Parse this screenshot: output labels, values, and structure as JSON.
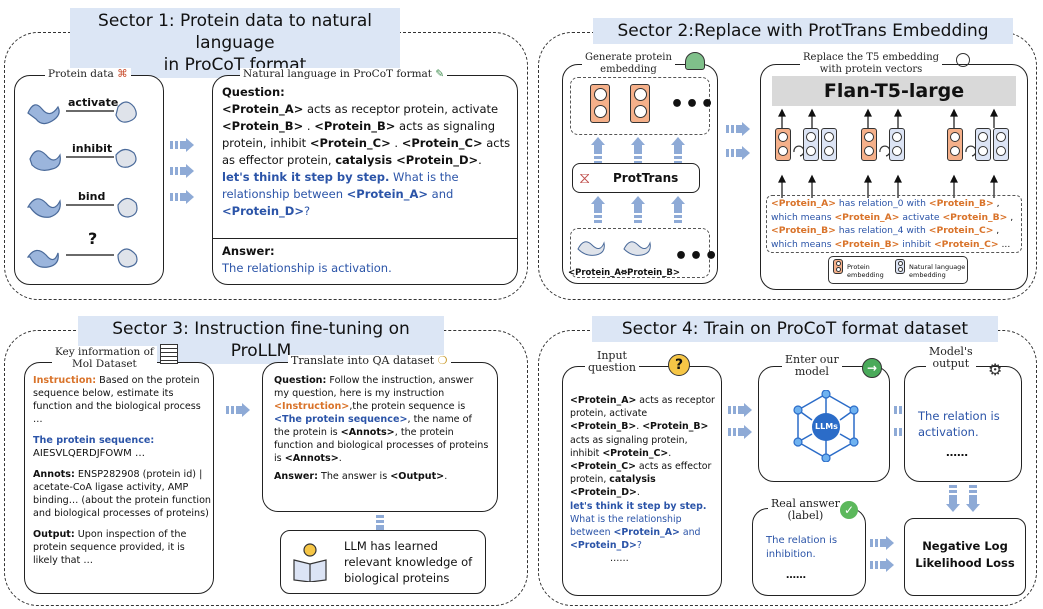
{
  "sector1": {
    "title_line1": "Sector 1: Protein data to natural language",
    "title_line2": "in ProCoT format",
    "protein_data_label": "Protein data",
    "relations": [
      "activate",
      "inhibit",
      "bind",
      "?"
    ],
    "nl_label": "Natural language in ProCoT format",
    "question_head": "Question:",
    "q_seg1": "<Protein_A>",
    "q_seg2": " acts as receptor protein, activate ",
    "q_seg3": "<Protein_B>",
    "q_seg4": " . ",
    "q_seg5": "<Protein_B>",
    "q_seg6": " acts as signaling protein, inhibit ",
    "q_seg7": "<Protein_C>",
    "q_seg8": " . ",
    "q_seg9": "<Protein_C>",
    "q_seg10": " acts as effector protein, ",
    "q_seg11": "catalysis <Protein_D>",
    "q_seg12": ".",
    "q_blue1": "let's think it step by step.",
    "q_blue2": " What is the relationship between ",
    "q_blue3": "<Protein_A>",
    "q_blue4": " and ",
    "q_blue5": "<Protein_D>",
    "q_blue6": "?",
    "answer_head": "Answer:",
    "answer_text": "The relationship is activation."
  },
  "sector2": {
    "title": "Sector 2:Replace with ProtTrans Embedding",
    "gen_label_1": "Generate protein",
    "gen_label_2": "embedding",
    "protrans": "ProtTrans",
    "protein_a": "<Protein_A>",
    "protein_b": "<Protein_B>",
    "replace_label_1": "Replace the T5 embedding",
    "replace_label_2": "with protein vectors",
    "model": "Flan-T5-large",
    "line1_a": "<Protein_A>",
    "line1_b": " has relation_0 with ",
    "line1_c": "<Protein_B>",
    "line1_d": " ,",
    "line2_a": "which means ",
    "line2_b": "<Protein_A>",
    "line2_c": " activate ",
    "line2_d": "<Protein_B>",
    "line2_e": " ,",
    "line3_a": "<Protein_B>",
    "line3_b": " has relation_4 with ",
    "line3_c": "<Protein_C>",
    "line3_d": " ,",
    "line4_a": "which means ",
    "line4_b": "<Protein_B>",
    "line4_c": " inhibit ",
    "line4_d": "<Protein_C>",
    "line4_e": " ...",
    "legend_protein_1": "Protein",
    "legend_protein_2": "embedding",
    "legend_nl_1": "Natural language",
    "legend_nl_2": "embedding"
  },
  "sector3": {
    "title": "Sector 3: Instruction fine-tuning on ProLLM",
    "key_label_1": "Key information of",
    "key_label_2": "Mol Dataset",
    "instruction_head": "Instruction:",
    "instruction_text": " Based on the protein sequence below, estimate its function and the biological process …",
    "seq_head": "The protein sequence:",
    "seq_value": "AIESVLQERDJFOWM …",
    "annots_head": "Annots:",
    "annots_text": " ENSP282908 (protein id) | acetate-CoA ligase activity, AMP binding… (about the protein function and biological processes of proteins)",
    "output_head": "Output:",
    "output_text": " Upon inspection of the protein sequence provided, it is likely that …",
    "qa_label": "Translate into QA dataset",
    "qa_q_head": "Question:",
    "qa_q1": " Follow the instruction, answer my question, here is my instruction ",
    "qa_q2": "<Instruction>",
    "qa_q3": ",the protein sequence is ",
    "qa_q4": "<The protein sequence>",
    "qa_q5": ",  the name of the protein is ",
    "qa_q6": "<Annots>",
    "qa_q7": ",  the protein function and biological processes of proteins is ",
    "qa_q8": "<Annots>",
    "qa_q9": ".",
    "qa_a_head": "Answer:",
    "qa_a1": " The answer is ",
    "qa_a2": "<Output>",
    "qa_a3": ".",
    "learned": "LLM has learned relevant knowledge of biological proteins"
  },
  "sector4": {
    "title": "Sector 4: Train on ProCoT format dataset",
    "input_label_1": "Input",
    "input_label_2": "question",
    "iq_1": "<Protein_A>",
    "iq_2": " acts as receptor protein,  activate ",
    "iq_3": "<Protein_B>",
    "iq_4": ". ",
    "iq_5": "<Protein_B>",
    "iq_6": " acts as signaling protein, inhibit ",
    "iq_7": "<Protein_C>",
    "iq_8": ". ",
    "iq_9": "<Protein_C>",
    "iq_10": " acts as effector protein, ",
    "iq_11": "catalysis <Protein_D>",
    "iq_12": ".",
    "iq_b1": "let's think it step by step.",
    "iq_b2": " What is the relationship between ",
    "iq_b3": "<Protein_A>",
    "iq_b4": " and ",
    "iq_b5": "<Protein_D>",
    "iq_b6": "?",
    "iq_end": "……",
    "enter_label_1": "Enter our",
    "enter_label_2": "model",
    "llms": "LLMs",
    "output_label_1": "Model's",
    "output_label_2": "output",
    "output_text": "The relation is activation.",
    "output_dots": "……",
    "real_label_1": "Real answer",
    "real_label_2": "(label)",
    "real_text": "The relation is inhibition.",
    "real_dots": "……",
    "loss": "Negative Log Likelihood Loss"
  },
  "colors": {
    "title_bg": "#dce6f5",
    "blue_text": "#2b54a8",
    "orange": "#d9732a",
    "arrow": "#8eaad6"
  }
}
